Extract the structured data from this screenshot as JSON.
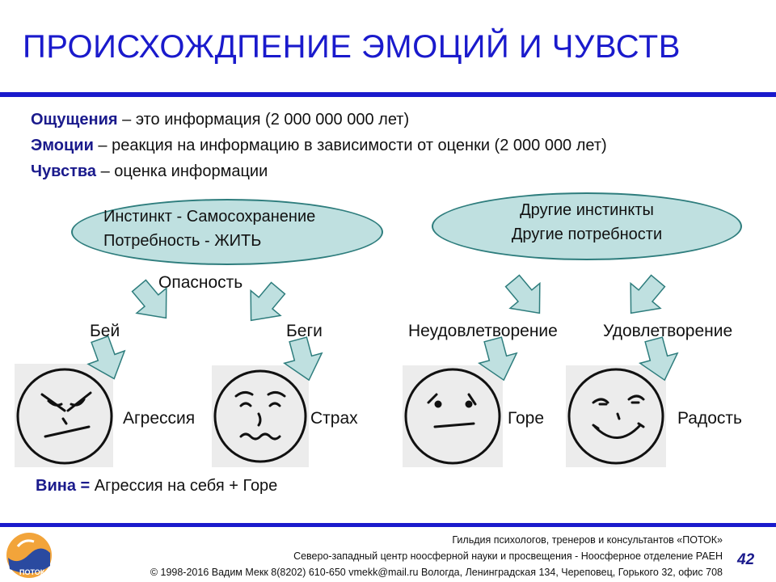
{
  "slide": {
    "title": "ПРОИСХОЖДПЕНИЕ ЭМОЦИЙ И ЧУВСТВ",
    "page_number": "42"
  },
  "definitions": [
    {
      "term": "Ощущения",
      "text": " – это информация (2 000 000 000 лет)"
    },
    {
      "term": "Эмоции",
      "text": " – реакция на информацию в зависимости от оценки (2 000 000 лет)"
    },
    {
      "term": "Чувства",
      "text": " – оценка информации"
    }
  ],
  "left_ellipse": {
    "line1": "Инстинкт - Самосохранение",
    "line2": "Потребность - ЖИТЬ"
  },
  "right_ellipse": {
    "line1": "Другие инстинкты",
    "line2": "Другие потребности"
  },
  "labels": {
    "danger": "Опасность",
    "fight": "Бей",
    "flee": "Беги",
    "dissatisfaction": "Неудовлетворение",
    "satisfaction": "Удовлетворение"
  },
  "emotions": {
    "aggression": "Агрессия",
    "fear": "Страх",
    "grief": "Горе",
    "joy": "Радость"
  },
  "guilt": {
    "term": "Вина =",
    "text": " Агрессия на себя + Горе"
  },
  "footer": {
    "line1": "Гильдия психологов, тренеров и консультантов «ПОТОК»",
    "line2": "Северо-западный центр ноосферной науки и просвещения  - Ноосферное отделение РАЕН",
    "line3": "© 1998-2016   Вадим Мекк  8(8202) 610-650   vmekk@mail.ru  Вологда, Ленинградская 134, Череповец, Горького 32, офис 708"
  },
  "logo": {
    "text": "ПОТОК"
  },
  "colors": {
    "title": "#1a1acc",
    "accent": "#1a1a8c",
    "ellipse_fill": "#bfe0e0",
    "arrow_fill": "#bfe0e0",
    "arrow_stroke": "#2e7d7d"
  }
}
